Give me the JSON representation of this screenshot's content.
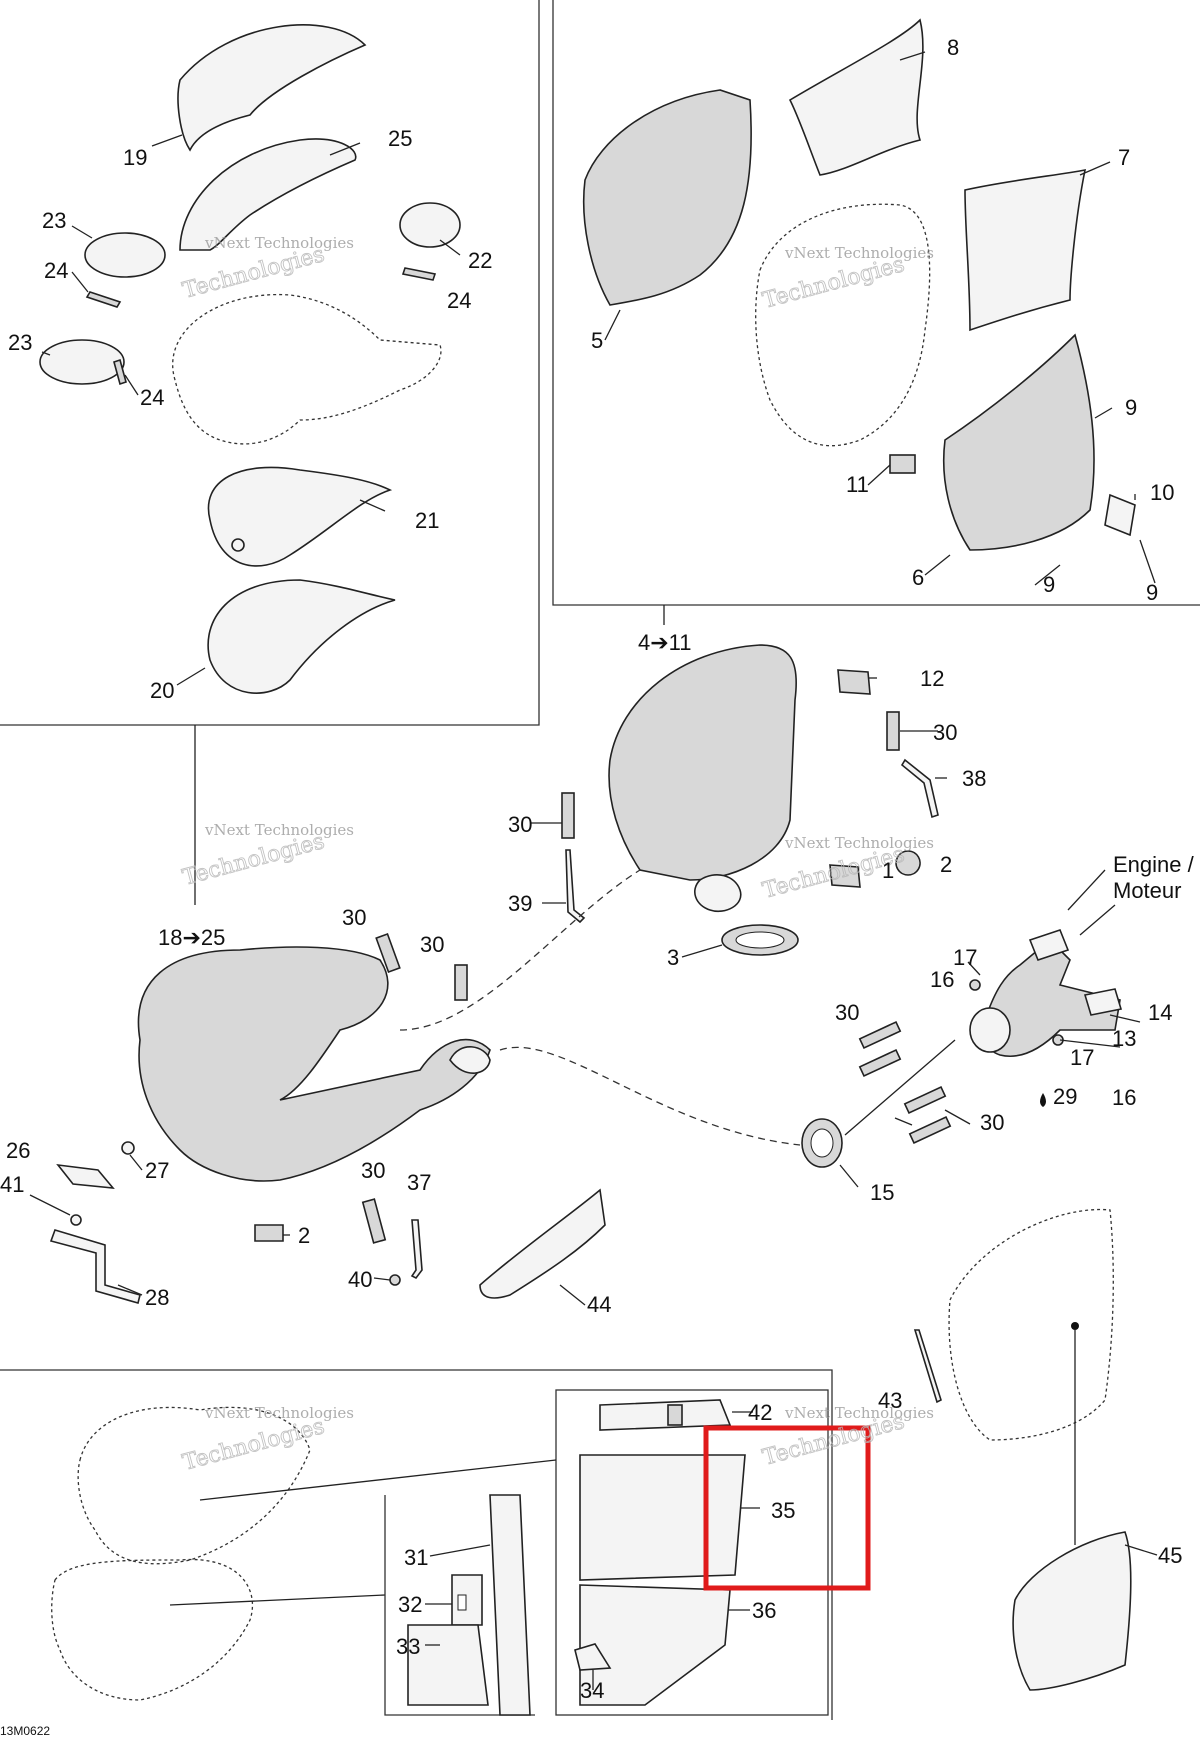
{
  "diagram": {
    "callouts": [
      {
        "id": "c19",
        "text": "19"
      },
      {
        "id": "c25",
        "text": "25"
      },
      {
        "id": "c23a",
        "text": "23"
      },
      {
        "id": "c24a",
        "text": "24"
      },
      {
        "id": "c22",
        "text": "22"
      },
      {
        "id": "c24b",
        "text": "24"
      },
      {
        "id": "c23b",
        "text": "23"
      },
      {
        "id": "c24c",
        "text": "24"
      },
      {
        "id": "c21",
        "text": "21"
      },
      {
        "id": "c20",
        "text": "20"
      },
      {
        "id": "c8",
        "text": "8"
      },
      {
        "id": "c7",
        "text": "7"
      },
      {
        "id": "c5",
        "text": "5"
      },
      {
        "id": "c9a",
        "text": "9"
      },
      {
        "id": "c11",
        "text": "11"
      },
      {
        "id": "c10",
        "text": "10"
      },
      {
        "id": "c6",
        "text": "6"
      },
      {
        "id": "c9b",
        "text": "9"
      },
      {
        "id": "c9c",
        "text": "9"
      },
      {
        "id": "c4to11",
        "text": "4➔11"
      },
      {
        "id": "c12",
        "text": "12"
      },
      {
        "id": "c30a",
        "text": "30"
      },
      {
        "id": "c38",
        "text": "38"
      },
      {
        "id": "c30b",
        "text": "30"
      },
      {
        "id": "c39",
        "text": "39"
      },
      {
        "id": "c1",
        "text": "1"
      },
      {
        "id": "c2a",
        "text": "2"
      },
      {
        "id": "c3",
        "text": "3"
      },
      {
        "id": "c18to25",
        "text": "18➔25"
      },
      {
        "id": "c30c",
        "text": "30"
      },
      {
        "id": "c30d",
        "text": "30"
      },
      {
        "id": "c17a",
        "text": "17"
      },
      {
        "id": "c16a",
        "text": "16"
      },
      {
        "id": "c14",
        "text": "14"
      },
      {
        "id": "c13",
        "text": "13"
      },
      {
        "id": "c17b",
        "text": "17"
      },
      {
        "id": "c16b",
        "text": "16"
      },
      {
        "id": "c29",
        "text": "29"
      },
      {
        "id": "c30e",
        "text": "30"
      },
      {
        "id": "c30f",
        "text": "30"
      },
      {
        "id": "c15",
        "text": "15"
      },
      {
        "id": "c26",
        "text": "26"
      },
      {
        "id": "c27",
        "text": "27"
      },
      {
        "id": "c41",
        "text": "41"
      },
      {
        "id": "c28",
        "text": "28"
      },
      {
        "id": "c2b",
        "text": "2"
      },
      {
        "id": "c30g",
        "text": "30"
      },
      {
        "id": "c37",
        "text": "37"
      },
      {
        "id": "c40",
        "text": "40"
      },
      {
        "id": "c44",
        "text": "44"
      },
      {
        "id": "c43",
        "text": "43"
      },
      {
        "id": "c42",
        "text": "42"
      },
      {
        "id": "c35",
        "text": "35"
      },
      {
        "id": "c31",
        "text": "31"
      },
      {
        "id": "c32",
        "text": "32"
      },
      {
        "id": "c33",
        "text": "33"
      },
      {
        "id": "c36",
        "text": "36"
      },
      {
        "id": "c34",
        "text": "34"
      },
      {
        "id": "c45",
        "text": "45"
      }
    ],
    "engine_label": {
      "line1": "Engine /",
      "line2": "Moteur"
    },
    "watermark": {
      "line1": "vNext Technologies",
      "line2": "Technologies",
      "line3": "vNext"
    },
    "figure_code": "13M0622",
    "highlight_color": "#e01b1b"
  }
}
